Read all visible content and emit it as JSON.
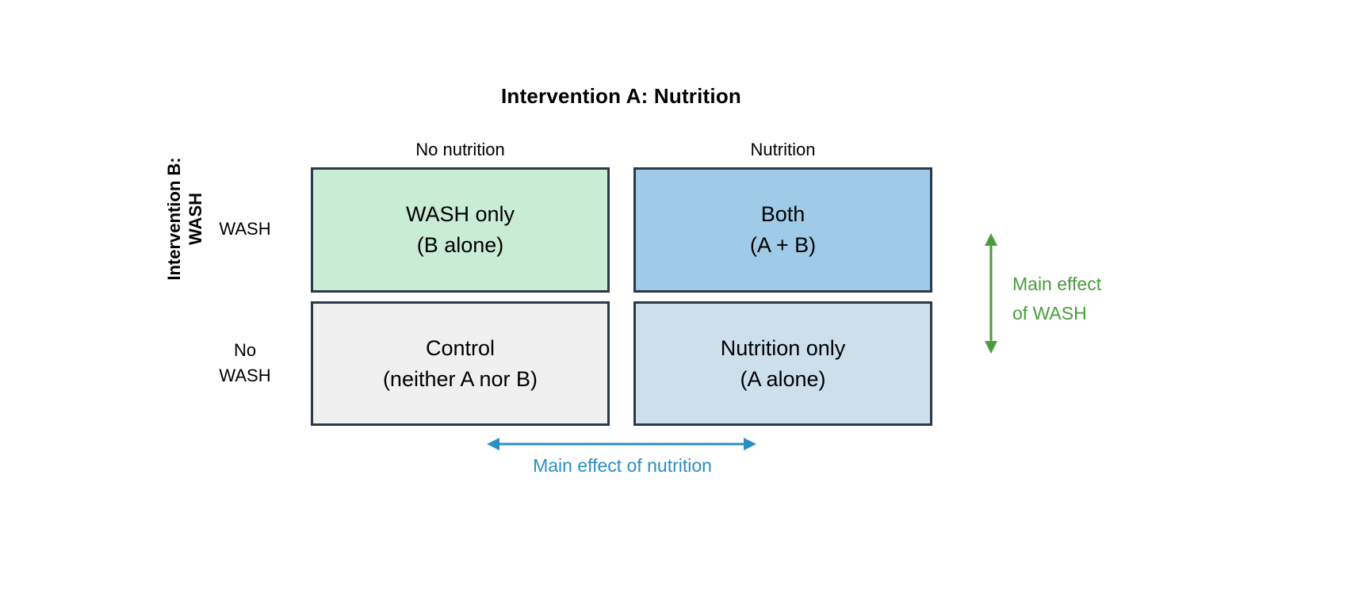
{
  "figure": {
    "type": "2x2-factorial-design-diagram",
    "background_color": "#ffffff"
  },
  "top_axis": {
    "title": "Intervention A: Nutrition",
    "column_headers": [
      "No nutrition",
      "Nutrition"
    ]
  },
  "left_axis": {
    "title_lines": [
      "Intervention B:",
      "WASH"
    ],
    "row_labels": [
      {
        "lines": [
          "WASH"
        ]
      },
      {
        "lines": [
          "No",
          "WASH"
        ]
      }
    ]
  },
  "cells": [
    {
      "id": "wash-only",
      "title": "WASH only",
      "subtitle": "(B alone)",
      "fill": "#c9ecd4",
      "border": "#2b3a4a",
      "row": "WASH",
      "column": "No nutrition"
    },
    {
      "id": "both",
      "title": "Both",
      "subtitle": "(A + B)",
      "fill": "#9fcbe8",
      "border": "#2b3a4a",
      "row": "WASH",
      "column": "Nutrition"
    },
    {
      "id": "control",
      "title": "Control",
      "subtitle": "(neither A nor B)",
      "fill": "#f0f0f0",
      "border": "#2b3a4a",
      "row": "No WASH",
      "column": "No nutrition"
    },
    {
      "id": "nutrition-only",
      "title": "Nutrition only",
      "subtitle": "(A alone)",
      "fill": "#ccdfeb",
      "border": "#2b3a4a",
      "row": "No WASH",
      "column": "Nutrition"
    }
  ],
  "annotations": {
    "wash_effect": {
      "label_lines": [
        "Main effect",
        "of WASH"
      ],
      "color": "#4a9c3c",
      "arrow": "double-headed-vertical-arrow"
    },
    "nutrition_effect": {
      "label": "Main effect of nutrition",
      "color": "#2a8fc4",
      "arrow": "double-headed-horizontal-arrow"
    }
  }
}
